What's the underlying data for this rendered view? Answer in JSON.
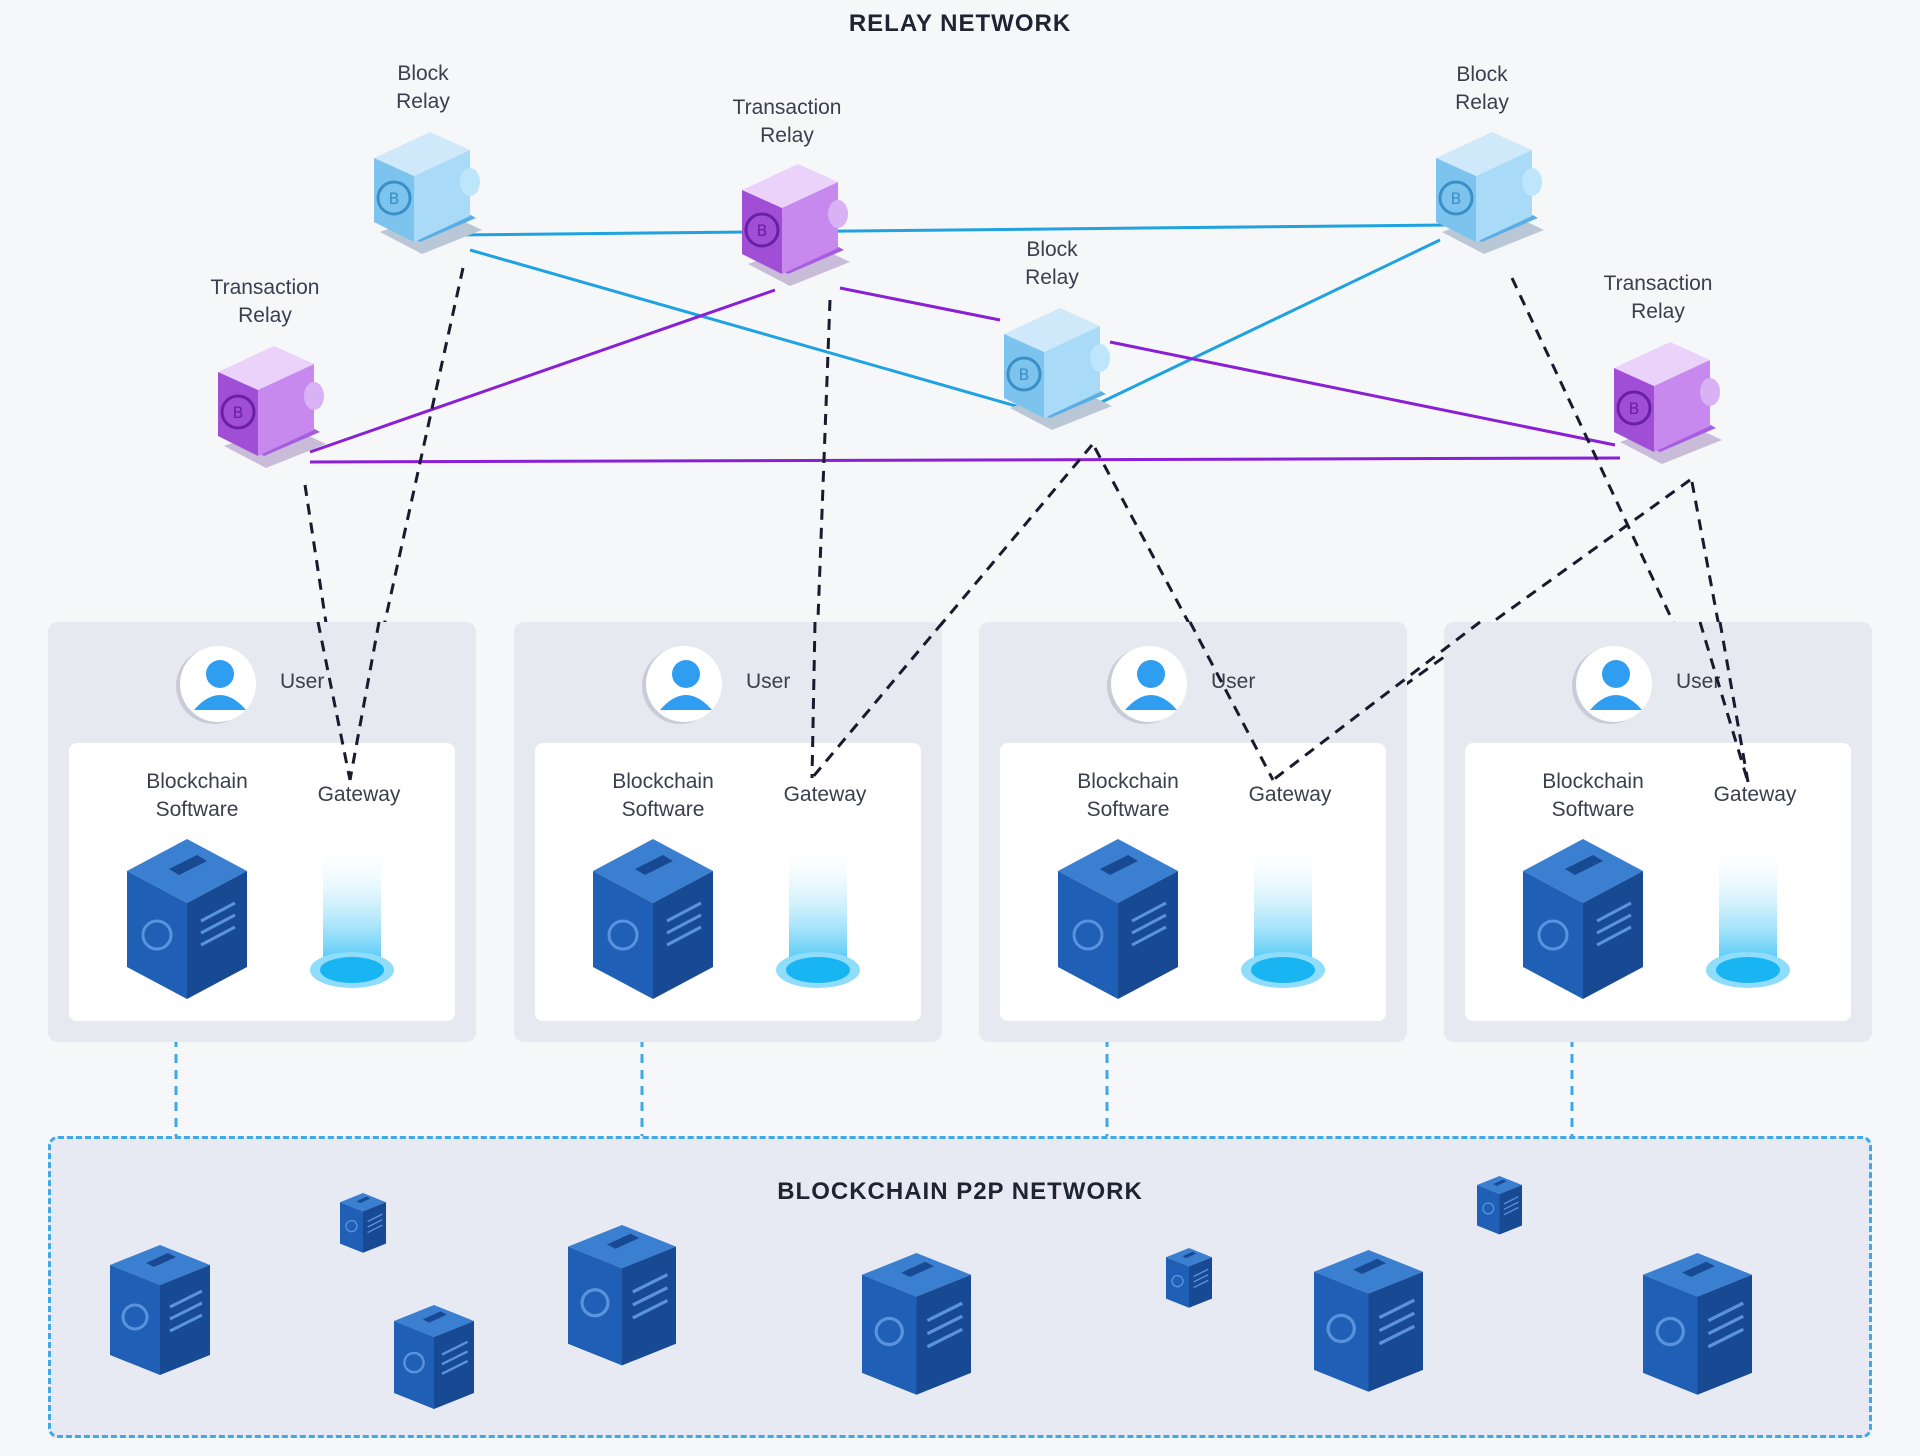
{
  "relay_network": {
    "title": "RELAY NETWORK",
    "relays": [
      {
        "label_line1": "Block",
        "label_line2": "Relay",
        "kind": "block"
      },
      {
        "label_line1": "Transaction",
        "label_line2": "Relay",
        "kind": "transaction"
      },
      {
        "label_line1": "Block",
        "label_line2": "Relay",
        "kind": "block"
      },
      {
        "label_line1": "Transaction",
        "label_line2": "Relay",
        "kind": "transaction"
      },
      {
        "label_line1": "Block",
        "label_line2": "Relay",
        "kind": "block"
      },
      {
        "label_line1": "Transaction",
        "label_line2": "Relay",
        "kind": "transaction"
      }
    ]
  },
  "users": [
    {
      "user_label": "User",
      "software_line1": "Blockchain",
      "software_line2": "Software",
      "gateway_label": "Gateway"
    },
    {
      "user_label": "User",
      "software_line1": "Blockchain",
      "software_line2": "Software",
      "gateway_label": "Gateway"
    },
    {
      "user_label": "User",
      "software_line1": "Blockchain",
      "software_line2": "Software",
      "gateway_label": "Gateway"
    },
    {
      "user_label": "User",
      "software_line1": "Blockchain",
      "software_line2": "Software",
      "gateway_label": "Gateway"
    }
  ],
  "p2p_network": {
    "title": "BLOCKCHAIN P2P NETWORK"
  },
  "colors": {
    "block_relay": "#6fbde9",
    "transaction_relay": "#9d3fd6",
    "block_link": "#1ea3e0",
    "transaction_link": "#8a1fd4",
    "gateway_link": "#1a1a2e",
    "server": "#1f5fb5",
    "p2p_link": "#3fa8e8"
  }
}
